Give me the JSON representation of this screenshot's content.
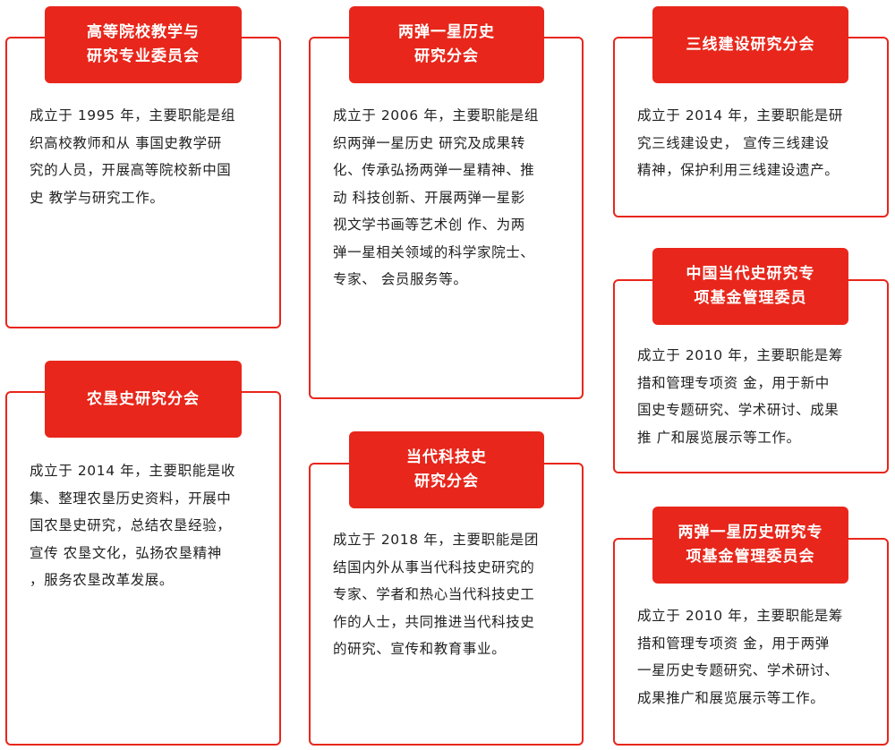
{
  "colors": {
    "accent": "#e8261b",
    "text": "#222222",
    "background": "#ffffff"
  },
  "cards": [
    {
      "title": "高等院校教学与\n研究专业委员会",
      "description": "成立于 1995 年，主要职能是组\n织高校教师和从  事国史教学研\n究的人员，开展高等院校新中国\n史  教学与研究工作。"
    },
    {
      "title": "两弹一星历史\n研究分会",
      "description": "成立于 2006 年，主要职能是组\n织两弹一星历史  研究及成果转\n化、传承弘扬两弹一星精神、推\n动  科技创新、开展两弹一星影\n视文学书画等艺术创  作、为两\n弹一星相关领域的科学家院士、\n专家、 会员服务等。"
    },
    {
      "title": "三线建设研究分会",
      "description": "成立于 2014 年，主要职能是研\n究三线建设史，  宣传三线建设\n精神，保护利用三线建设遗产。"
    },
    {
      "title": "中国当代史研究专\n项基金管理委员",
      "description": "成立于 2010 年，主要职能是筹\n措和管理专项资  金，用于新中\n国史专题研究、学术研讨、成果\n推  广和展览展示等工作。"
    },
    {
      "title": "农垦史研究分会",
      "description": "成立于 2014 年，主要职能是收\n集、整理农垦历史资料，开展中\n国农垦史研究，总结农垦经验，\n宣传  农垦文化，弘扬农垦精神\n，服务农垦改革发展。"
    },
    {
      "title": "当代科技史\n研究分会",
      "description": "成立于 2018 年，主要职能是团\n结国内外从事当代科技史研究的\n专家、学者和热心当代科技史工\n作的人士，共同推进当代科技史\n的研究、宣传和教育事业。"
    },
    {
      "title": "两弹一星历史研究专\n项基金管理委员会",
      "description": "成立于 2010 年，主要职能是筹\n措和管理专项资  金，用于两弹\n一星历史专题研究、学术研讨、\n成果推广和展览展示等工作。"
    }
  ]
}
